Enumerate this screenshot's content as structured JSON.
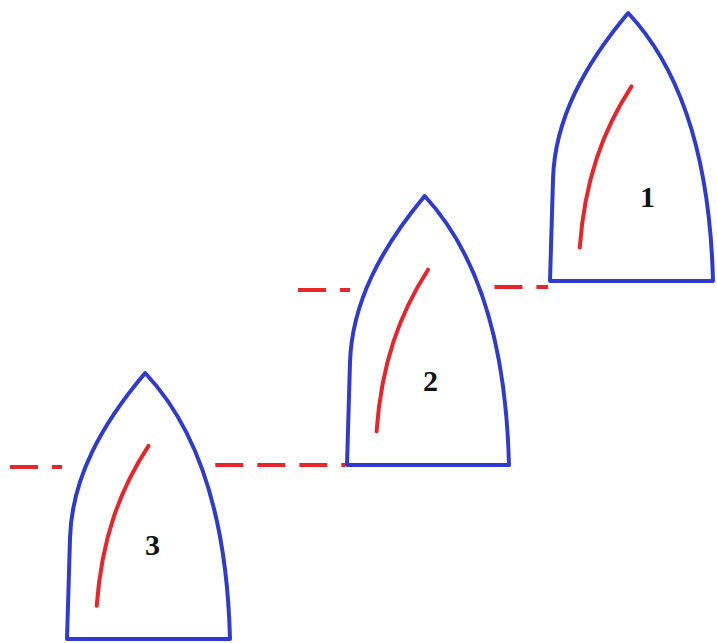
{
  "diagram": {
    "nodes": [
      {
        "text": [
          "1"
        ]
      },
      {
        "text": [
          "2"
        ]
      },
      {
        "text": [
          "3"
        ]
      }
    ],
    "edges": [
      {
        "from": 2,
        "to": 1,
        "arrow": "none"
      },
      {
        "from": 1,
        "to": 0,
        "arrow": "none"
      }
    ]
  }
}
